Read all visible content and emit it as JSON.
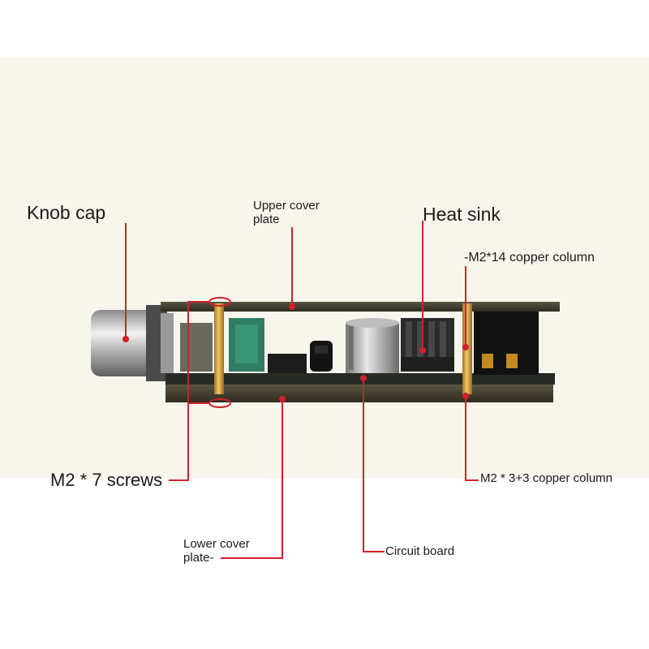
{
  "labels": {
    "knob_cap": "Knob cap",
    "upper_cover_line1": "Upper cover",
    "upper_cover_line2": "plate",
    "heat_sink": "Heat sink",
    "m2_14_copper_column": "-M2*14 copper column",
    "m2_7_screws": "M2 * 7 screws",
    "m2_3_3_copper_column": "M2 * 3+3 copper column",
    "lower_cover_line1": "Lower cover",
    "lower_cover_line2": "plate-",
    "circuit_board": "Circuit board"
  },
  "colors": {
    "background": "#ffffff",
    "backdrop": "#f8f6ec",
    "leader_line": "#d0202a",
    "plate": "#3e3a2c",
    "pcb": "#2a2f28",
    "brass": "#d8a43a",
    "knob": "#c9c9c9"
  }
}
